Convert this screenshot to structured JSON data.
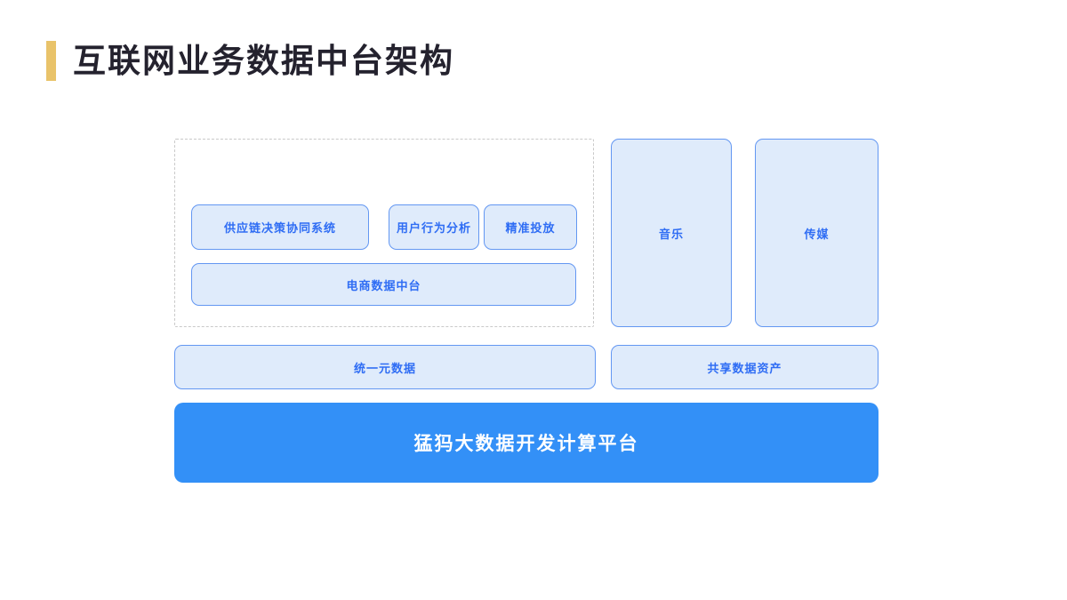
{
  "slide": {
    "title": "互联网业务数据中台架构"
  },
  "diagram": {
    "ecommerce_group": {
      "apps": [
        {
          "label": "供应链决策协同系统"
        },
        {
          "label": "用户行为分析"
        },
        {
          "label": "精准投放"
        }
      ],
      "platform_label": "电商数据中台"
    },
    "business_units": [
      {
        "label": "音乐"
      },
      {
        "label": "传媒"
      }
    ],
    "data_services": [
      {
        "label": "统一元数据"
      },
      {
        "label": "共享数据资产"
      }
    ],
    "base_platform_label": "猛犸大数据开发计算平台"
  },
  "colors": {
    "accent_gold": "#E9C36A",
    "title_text": "#24222E",
    "box_fill": "#DFEBFB",
    "box_border": "#6397F2",
    "box_text": "#2F6DF4",
    "dashed_border": "#C9C9C9",
    "platform_fill": "#3390F7",
    "platform_text": "#FFFFFF"
  }
}
